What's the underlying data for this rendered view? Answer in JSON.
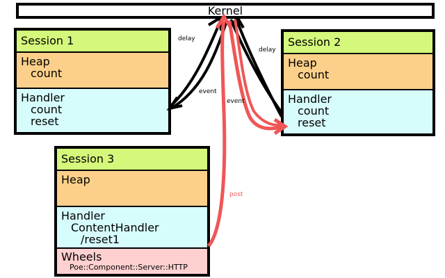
{
  "kernel": {
    "label": "Kernel"
  },
  "session1": {
    "title": "Session 1",
    "heap": {
      "title": "Heap",
      "items": [
        "count"
      ]
    },
    "handler": {
      "title": "Handler",
      "items": [
        "count",
        "reset"
      ]
    }
  },
  "session2": {
    "title": "Session 2",
    "heap": {
      "title": "Heap",
      "items": [
        "count"
      ]
    },
    "handler": {
      "title": "Handler",
      "items": [
        "count",
        "reset"
      ]
    }
  },
  "session3": {
    "title": "Session 3",
    "heap": {
      "title": "Heap"
    },
    "handler": {
      "title": "Handler",
      "items": [
        "ContentHandler",
        "/reset1"
      ]
    },
    "wheels": {
      "title": "Wheels",
      "items": [
        "Poe::Component::Server::HTTP"
      ]
    }
  },
  "arrows": {
    "delay_left": "delay",
    "delay_right": "delay",
    "event_left": "event",
    "event_right": "event",
    "post": "post"
  },
  "colors": {
    "title_bg": "#d5f77b",
    "heap_bg": "#fcd08a",
    "handler_bg": "#d7fcfc",
    "wheels_bg": "#ffd0d0",
    "post_arrow": "#f05656",
    "event_arrow": "#000000"
  }
}
